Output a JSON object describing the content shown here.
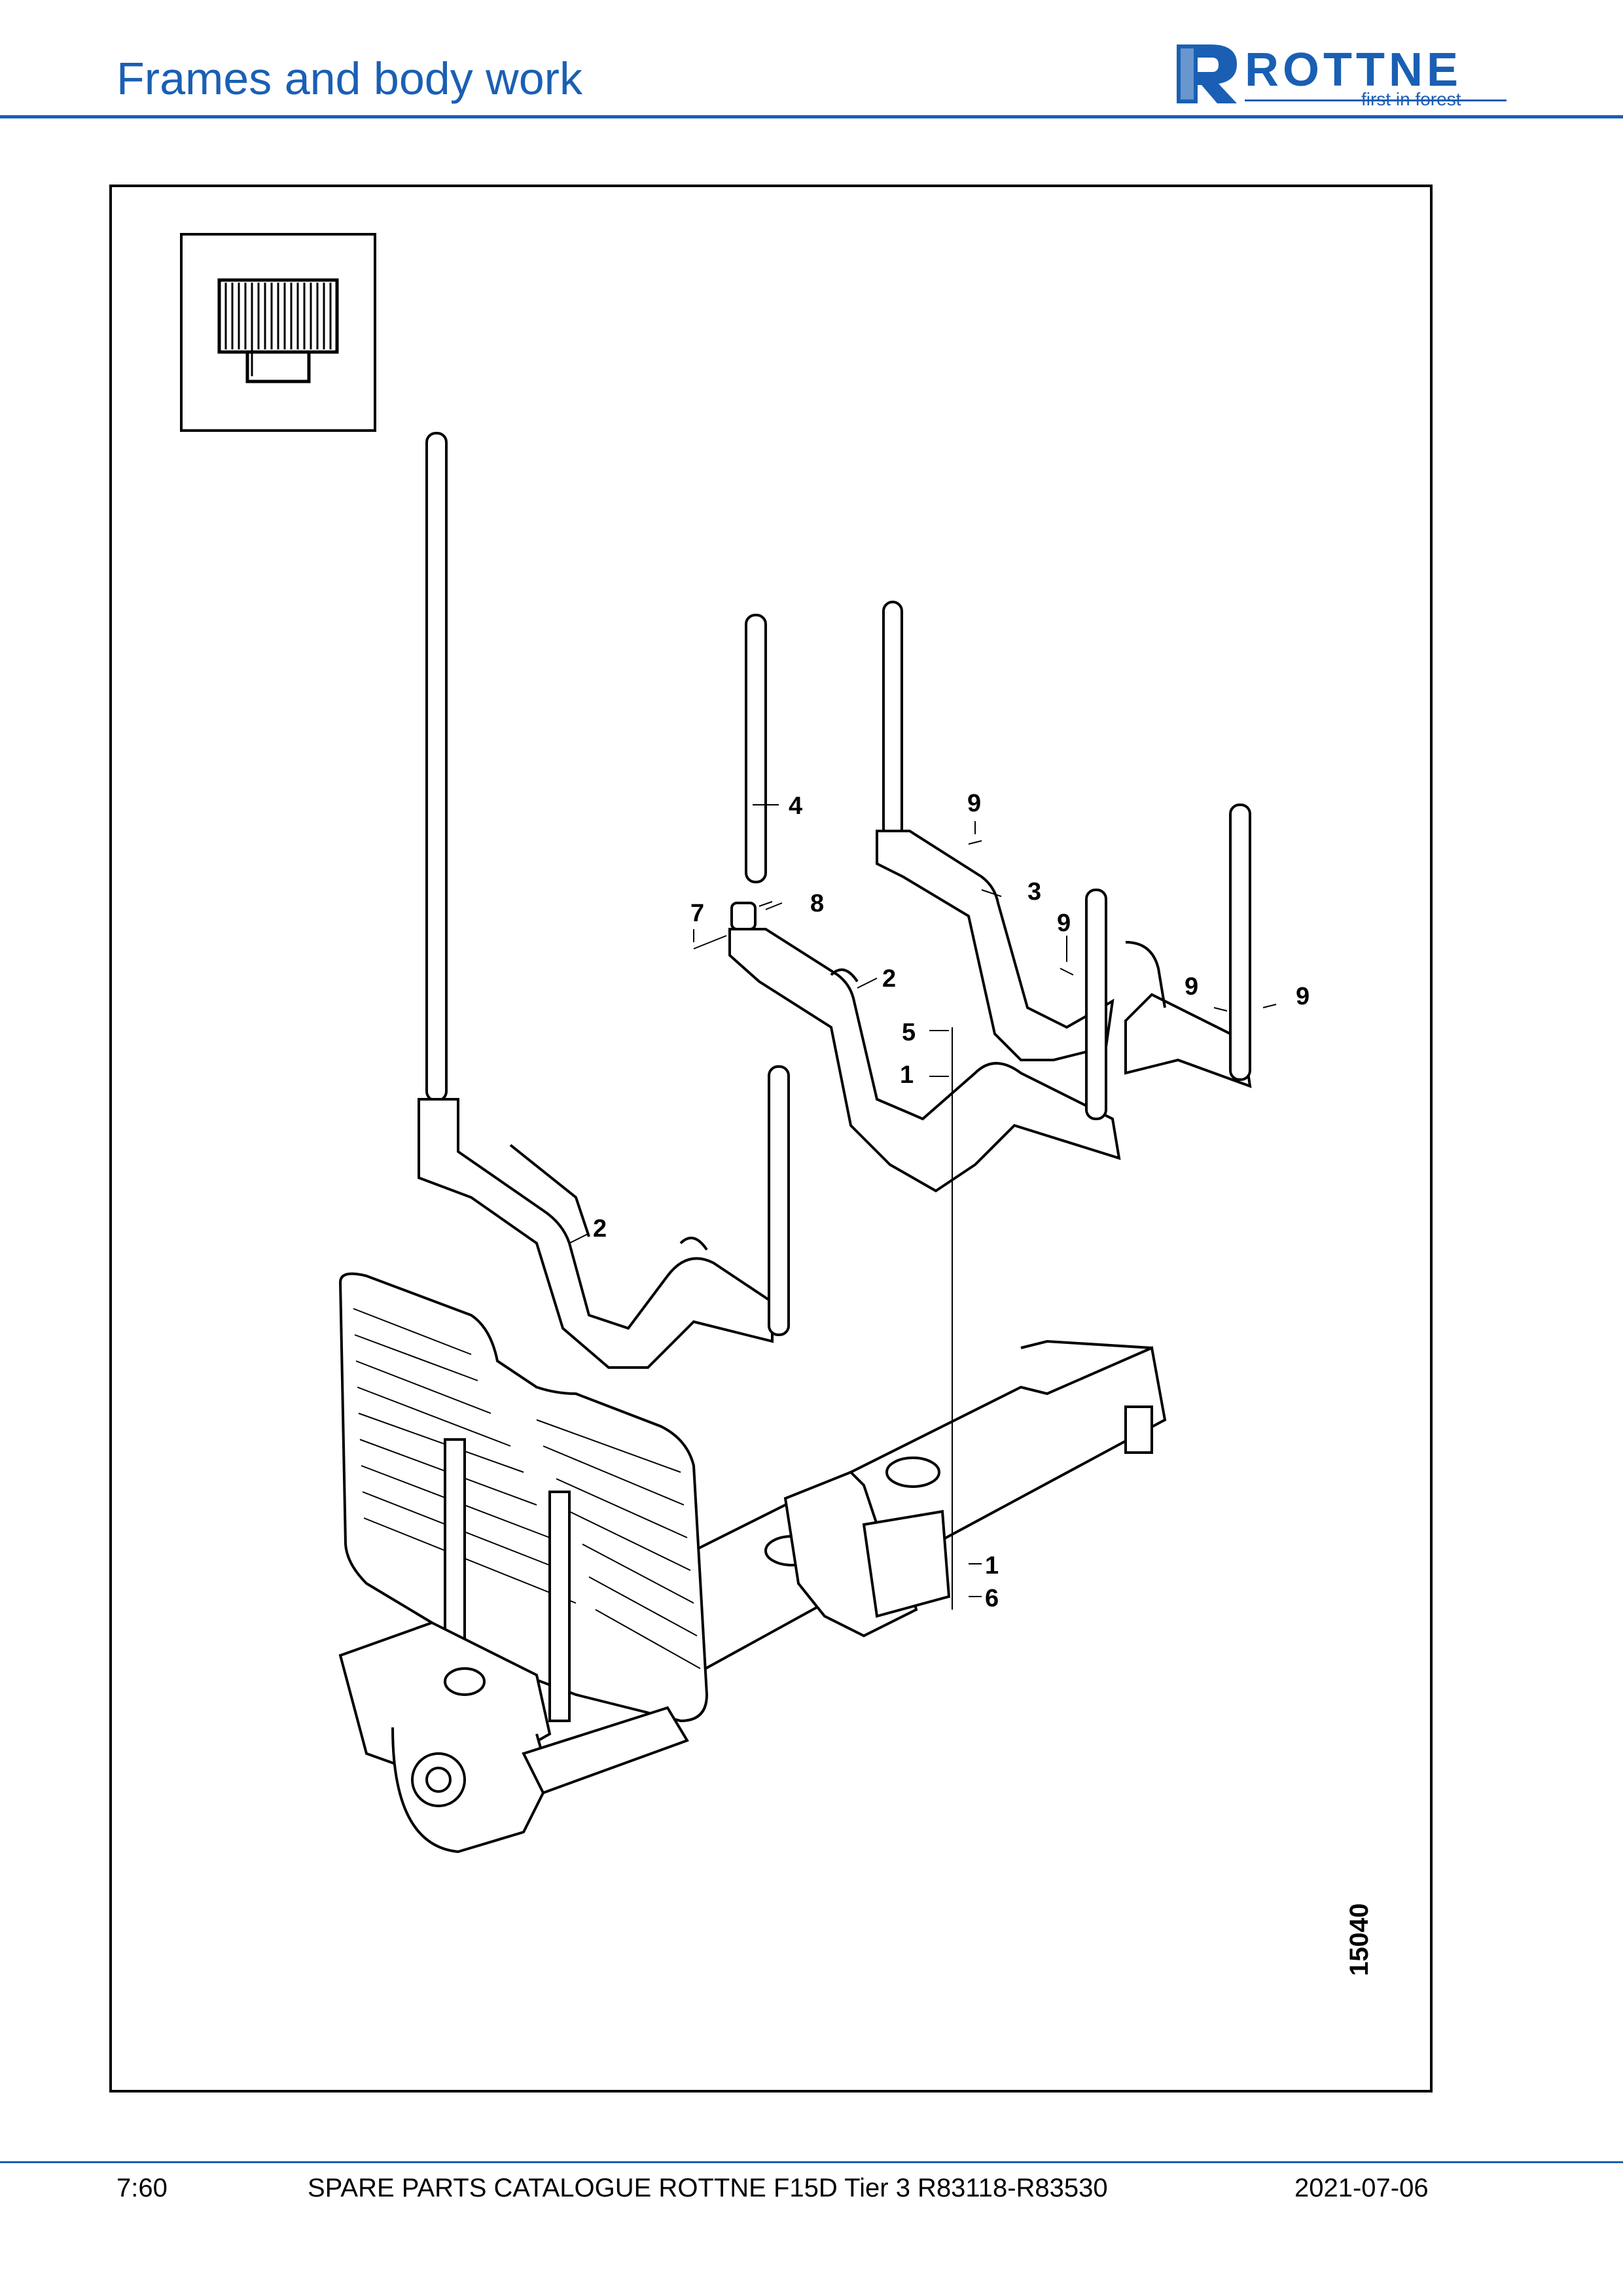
{
  "header": {
    "title": "Frames and body work"
  },
  "logo": {
    "wordmark": "ROTTNE",
    "tagline": "first in forest",
    "color": "#1a5fb4"
  },
  "diagram": {
    "reference_number": "15040",
    "callouts": [
      "1",
      "1",
      "2",
      "2",
      "3",
      "4",
      "5",
      "6",
      "7",
      "8",
      "9",
      "9",
      "9",
      "9"
    ]
  },
  "footer": {
    "page": "7:60",
    "catalogue": "SPARE PARTS CATALOGUE ROTTNE F15D Tier 3 R83118-R83530",
    "date": "2021-07-06"
  }
}
